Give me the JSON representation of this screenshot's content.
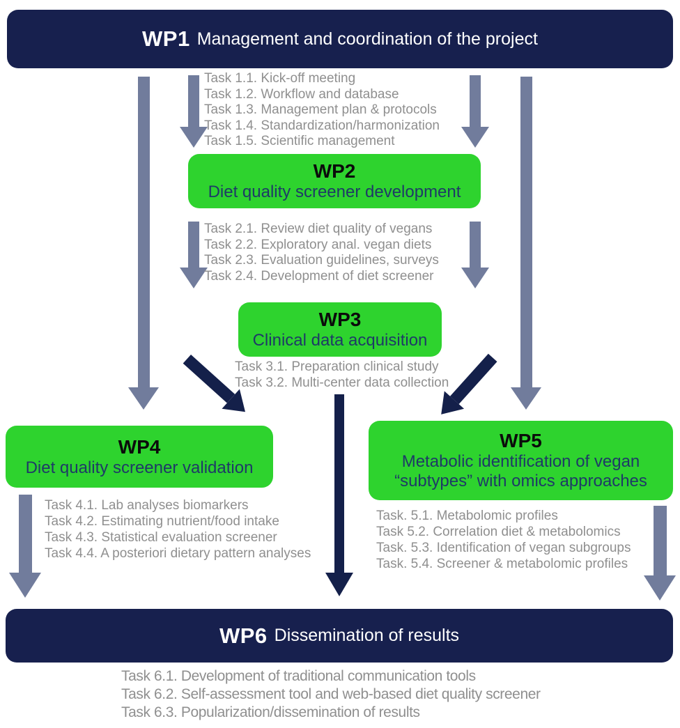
{
  "colors": {
    "navy_bar": "#17204e",
    "green_box": "#2ed32e",
    "green_box_subtitle_text": "#1e3a67",
    "arrow_gray": "#717c9c",
    "arrow_navy": "#14204a",
    "task_text": "#8f8f8f"
  },
  "icons": {
    "down-arrow": "css-triangle-arrow",
    "diagonal-arrow": "rotated-css-triangle-arrow"
  },
  "wp1": {
    "id": "WP1",
    "title": "Management and coordination of the project"
  },
  "tasks1": [
    "Task 1.1. Kick-off meeting",
    "Task 1.2. Workflow and database",
    "Task 1.3. Management plan & protocols",
    "Task 1.4. Standardization/harmonization",
    "Task 1.5. Scientific management"
  ],
  "wp2": {
    "id": "WP2",
    "title": "Diet quality screener development"
  },
  "tasks2": [
    "Task 2.1. Review diet quality of vegans",
    "Task 2.2. Exploratory anal. vegan diets",
    "Task 2.3. Evaluation guidelines, surveys",
    "Task 2.4. Development of diet screener"
  ],
  "wp3": {
    "id": "WP3",
    "title": "Clinical data acquisition"
  },
  "tasks3": [
    "Task 3.1. Preparation clinical study",
    "Task 3.2. Multi-center data collection"
  ],
  "wp4": {
    "id": "WP4",
    "title": "Diet quality screener validation"
  },
  "tasks4": [
    "Task 4.1. Lab analyses biomarkers",
    "Task 4.2. Estimating nutrient/food intake",
    "Task 4.3. Statistical evaluation screener",
    "Task 4.4. A posteriori dietary pattern analyses"
  ],
  "wp5": {
    "id": "WP5",
    "title": "Metabolic identification of vegan\n“subtypes” with omics approaches"
  },
  "tasks5": [
    "Task. 5.1. Metabolomic profiles",
    "Task 5.2. Correlation diet & metabolomics",
    "Task. 5.3. Identification of vegan subgroups",
    "Task. 5.4. Screener & metabolomic profiles"
  ],
  "wp6": {
    "id": "WP6",
    "title": "Dissemination of results"
  },
  "tasks6": [
    "Task 6.1. Development of traditional communication tools",
    "Task 6.2. Self-assessment tool and web-based diet quality screener",
    "Task 6.3. Popularization/dissemination of results"
  ]
}
